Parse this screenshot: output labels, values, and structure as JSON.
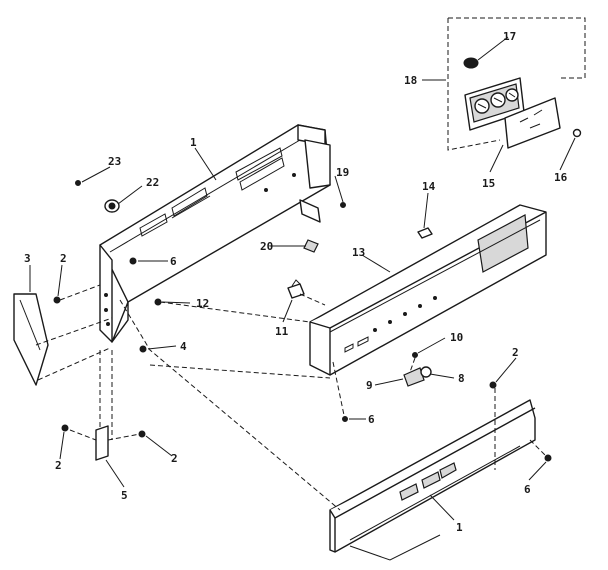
{
  "callouts": {
    "c1_top": "1",
    "c1_bottom": "1",
    "c2_left": "2",
    "c2_lower_left": "2",
    "c2_lower_mid": "2",
    "c2_right": "2",
    "c3": "3",
    "c4": "4",
    "c5": "5",
    "c6_upper": "6",
    "c6_mid": "6",
    "c6_right": "6",
    "c8": "8",
    "c9": "9",
    "c10": "10",
    "c11": "11",
    "c12": "12",
    "c13": "13",
    "c14": "14",
    "c15": "15",
    "c16": "16",
    "c17": "17",
    "c18": "18",
    "c19": "19",
    "c20": "20",
    "c22": "22",
    "c23": "23"
  }
}
